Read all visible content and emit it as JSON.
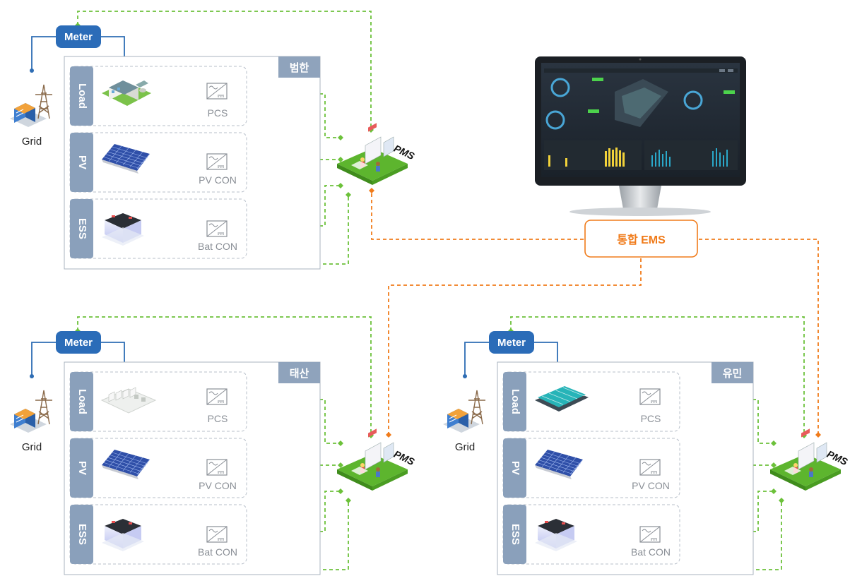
{
  "ems": {
    "label": "통합 EMS"
  },
  "sites": [
    {
      "name": "범한",
      "meter": "Meter",
      "grid": "Grid",
      "pms": "PMS",
      "rows": [
        {
          "tab": "Load",
          "converter": "PCS",
          "icon": "factory-building-icon"
        },
        {
          "tab": "PV",
          "converter": "PV CON",
          "icon": "solar-panel-icon"
        },
        {
          "tab": "ESS",
          "converter": "Bat CON",
          "icon": "battery-icon"
        }
      ]
    },
    {
      "name": "태산",
      "meter": "Meter",
      "grid": "Grid",
      "pms": "PMS",
      "rows": [
        {
          "tab": "Load",
          "converter": "PCS",
          "icon": "warehouse-building-icon"
        },
        {
          "tab": "PV",
          "converter": "PV CON",
          "icon": "solar-panel-icon"
        },
        {
          "tab": "ESS",
          "converter": "Bat CON",
          "icon": "battery-icon"
        }
      ]
    },
    {
      "name": "유민",
      "meter": "Meter",
      "grid": "Grid",
      "pms": "PMS",
      "rows": [
        {
          "tab": "Load",
          "converter": "PCS",
          "icon": "greenhouse-building-icon"
        },
        {
          "tab": "PV",
          "converter": "PV CON",
          "icon": "solar-panel-icon"
        },
        {
          "tab": "ESS",
          "converter": "Bat CON",
          "icon": "battery-icon"
        }
      ]
    }
  ],
  "colors": {
    "blue": "#2e6db4",
    "meter": "#2b6cb8",
    "green": "#6cc13a",
    "orange": "#f07b1a",
    "tab": "#8aa0bb",
    "site_tag": "#8fa3bc",
    "converter_text": "#8a8f96",
    "box_border": "#a9b3bf"
  }
}
